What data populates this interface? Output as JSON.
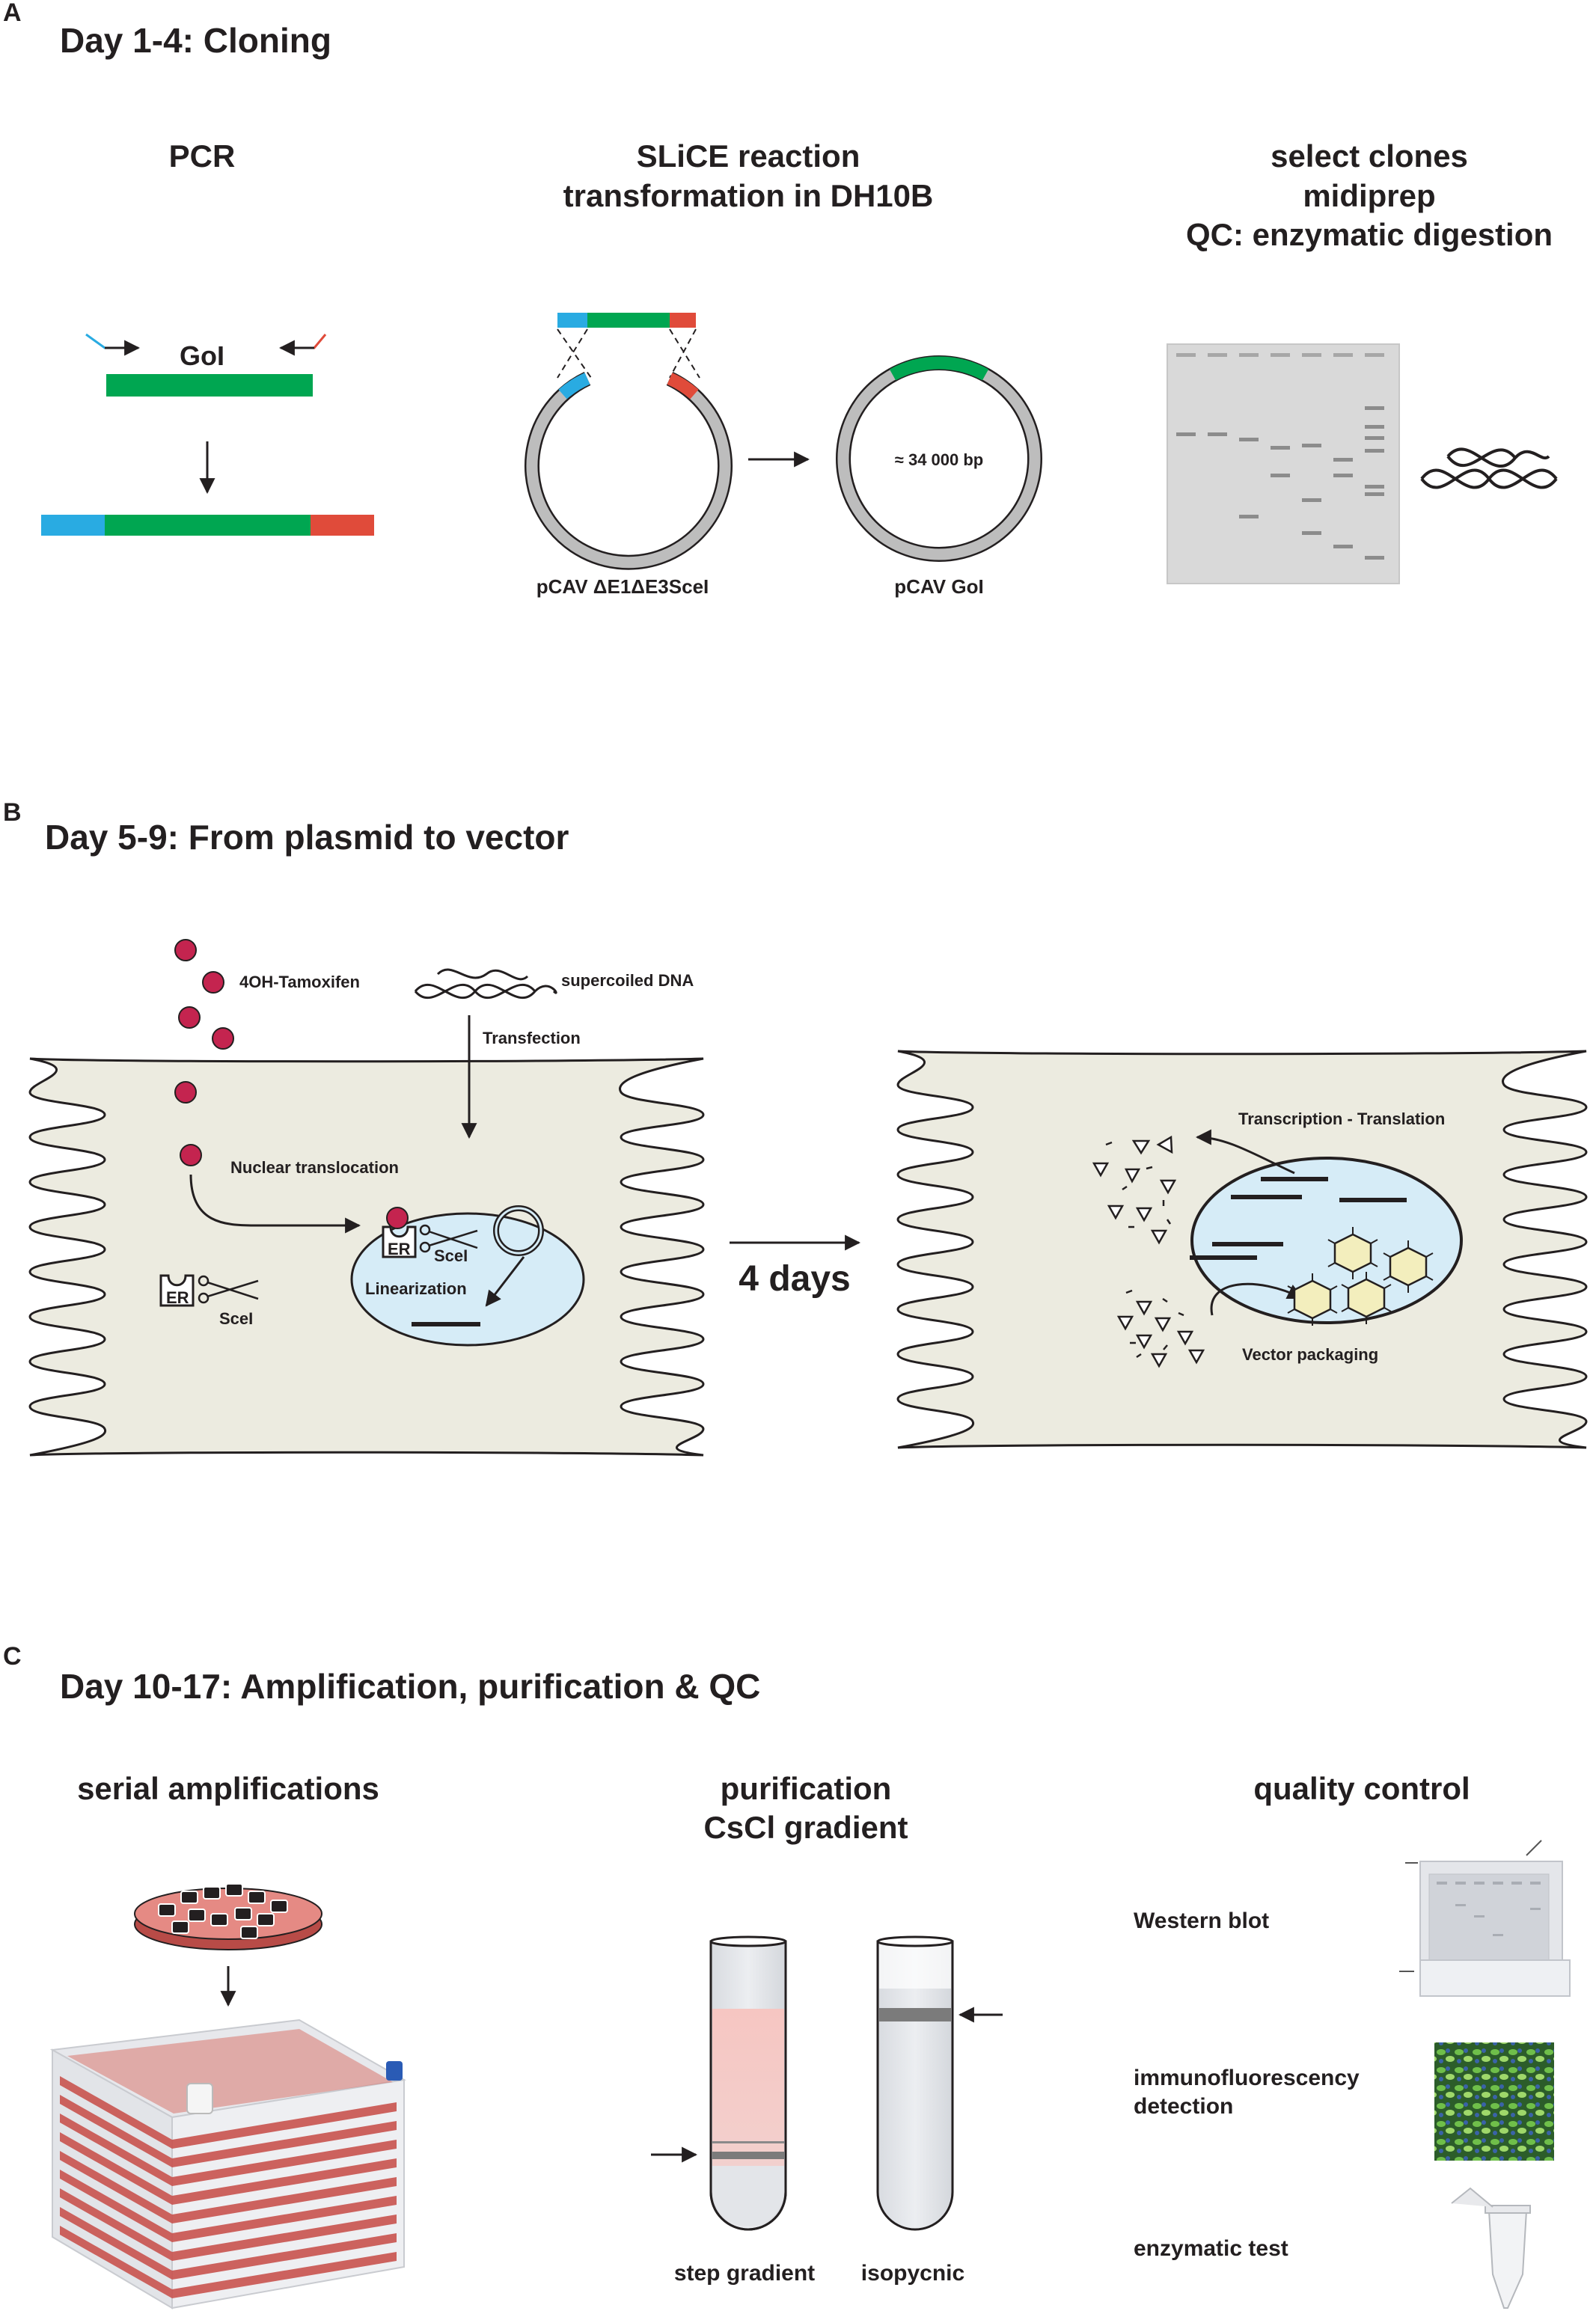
{
  "panels": {
    "a": {
      "letter": "A",
      "title": "Day 1-4: Cloning",
      "col1": "PCR",
      "col2_line1": "SLiCE reaction",
      "col2_line2": "transformation in DH10B",
      "col3_line1": "select clones",
      "col3_line2": "midiprep",
      "col3_line3": "QC: enzymatic digestion",
      "gene_label": "GoI",
      "plasmid_size": "≈ 34 000 bp",
      "backbone_label": "pCAV ΔE1ΔE3SceI",
      "product_label": "pCAV GoI"
    },
    "b": {
      "letter": "B",
      "title": "Day 5-9: From plasmid to vector",
      "tamoxifen": "4OH-Tamoxifen",
      "supercoiled": "supercoiled DNA",
      "transfection": "Transfection",
      "nuclear_translocation": "Nuclear translocation",
      "er": "ER",
      "scei": "SceI",
      "linearization": "Linearization",
      "duration": "4 days",
      "transcription": "Transcription - Translation",
      "packaging": "Vector packaging"
    },
    "c": {
      "letter": "C",
      "title": "Day 10-17: Amplification, purification & QC",
      "col1": "serial amplifications",
      "col2_line1": "purification",
      "col2_line2": "CsCl gradient",
      "col3": "quality control",
      "tube1": "step gradient",
      "tube2": "isopycnic",
      "qc1": "Western blot",
      "qc2_line1": "immunofluorescency",
      "qc2_line2": "detection",
      "qc3": "enzymatic test"
    }
  },
  "colors": {
    "blue": "#29abe2",
    "green": "#00a651",
    "red": "#e04b3a",
    "cell": "#ecebe0",
    "nucleus": "#d6ecf7",
    "tamoxifen": "#c4244f",
    "gel": "#d9d9d9",
    "flask": "#d45b57"
  }
}
